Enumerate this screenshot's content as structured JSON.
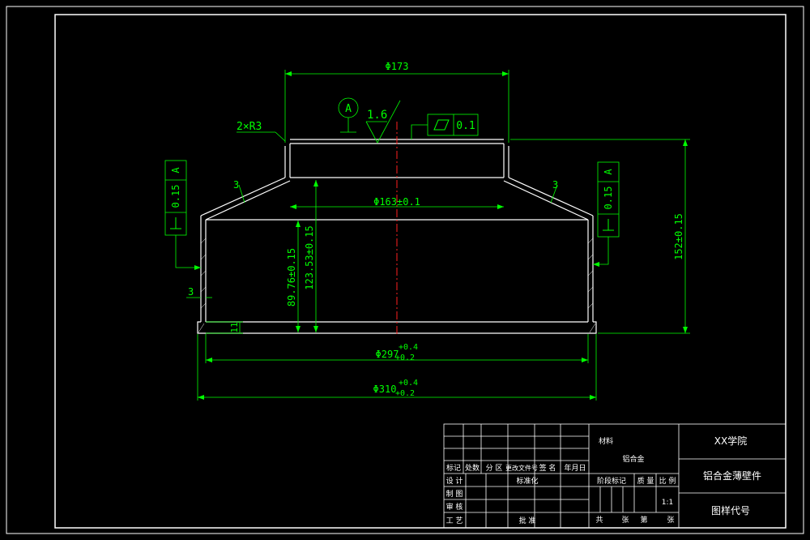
{
  "drawing": {
    "dims": {
      "top_dia": "Φ173",
      "inner_dia": "Φ163±0.1",
      "base_inner": "Φ297",
      "base_outer": "Φ310",
      "tol_plus": "+0.4",
      "tol_low": "+0.2",
      "height_total": "152±0.15",
      "height_1": "89.76±0.15",
      "height_2": "123.53±0.15",
      "fillet": "2×R3",
      "wall_left": "3",
      "chamfer_left": "3",
      "chamfer_right": "3",
      "base_h": "11",
      "roughness": "1.6",
      "datum": "A",
      "flatness_val": "0.1",
      "perp_left_val": "0.15",
      "perp_left_ref": "A",
      "perp_right_val": "0.15",
      "perp_right_ref": "A"
    }
  },
  "title_block": {
    "header_cols": [
      "标记",
      "处数",
      "分 区",
      "更改文件号",
      "签 名",
      "年月日"
    ],
    "rows_left": [
      "设 计",
      "制 图",
      "审 核",
      "工 艺"
    ],
    "std_label": "标准化",
    "approve_label": "批 准",
    "material_label": "材料",
    "material_value": "铝合金",
    "stage_label": "阶段标记",
    "weight_label": "质 量",
    "scale_label": "比 例",
    "scale_value": "1:1",
    "sheet_total": "共",
    "sheet_label": "张",
    "sheet_no": "第",
    "sheet_suffix": "张",
    "school": "XX学院",
    "part_name": "铝合金薄壁件",
    "drawing_no_label": "图样代号"
  }
}
